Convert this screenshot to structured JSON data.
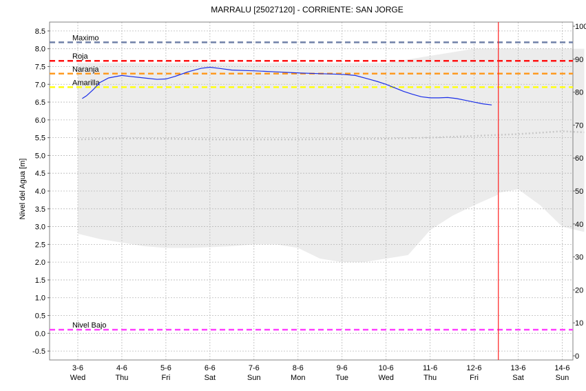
{
  "chart_data": {
    "type": "line",
    "title": "MARRALU    [25027120] - CORRIENTE: SAN JORGE",
    "ylabel": "Nivel del Agua [m]",
    "ylim": [
      -0.75,
      8.75
    ],
    "yticks": [
      "8.5",
      "8.0",
      "7.5",
      "7.0",
      "6.5",
      "6.0",
      "5.5",
      "5.0",
      "4.5",
      "4.0",
      "3.5",
      "3.0",
      "2.5",
      "2.0",
      "1.5",
      "1.0",
      "0.5",
      "0.0",
      "-0.5"
    ],
    "y2ticks": [
      "100",
      "90",
      "80",
      "70",
      "60",
      "50",
      "40",
      "30",
      "20",
      "10",
      "0"
    ],
    "x_dates": [
      "3-6",
      "4-6",
      "5-6",
      "6-6",
      "7-6",
      "8-6",
      "9-6",
      "10-6",
      "11-6",
      "12-6",
      "13-6",
      "14-6"
    ],
    "x_days": [
      "Wed",
      "Thu",
      "Fri",
      "Sat",
      "Sun",
      "Mon",
      "Tue",
      "Wed",
      "Thu",
      "Fri",
      "Sat",
      "Sun"
    ],
    "grid": true,
    "current_time_day": 9.55,
    "reference_levels": [
      {
        "name": "Maximo",
        "value": 8.18,
        "color": "#7080a8"
      },
      {
        "name": "Roja",
        "value": 7.66,
        "color": "#ff1010"
      },
      {
        "name": "Naranja",
        "value": 7.3,
        "color": "#ff9a20"
      },
      {
        "name": "Amarilla",
        "value": 6.92,
        "color": "#ffff10"
      },
      {
        "name": "Nivel Bajo",
        "value": 0.1,
        "color": "#ff40ff"
      }
    ],
    "series": [
      {
        "color": "#1a2ee8",
        "x": [
          0.1,
          0.2,
          0.35,
          0.5,
          0.7,
          1.0,
          1.2,
          1.5,
          1.8,
          2.0,
          2.2,
          2.5,
          2.8,
          3.0,
          3.2,
          3.5,
          4.0,
          4.5,
          5.0,
          5.5,
          6.0,
          6.3,
          6.6,
          6.8,
          7.0,
          7.2,
          7.4,
          7.6,
          7.8,
          8.0,
          8.2,
          8.4,
          8.6,
          8.8,
          9.0,
          9.2,
          9.4
        ],
        "y": [
          6.6,
          6.68,
          6.85,
          7.05,
          7.18,
          7.25,
          7.22,
          7.18,
          7.14,
          7.15,
          7.22,
          7.35,
          7.45,
          7.48,
          7.45,
          7.4,
          7.38,
          7.35,
          7.32,
          7.3,
          7.28,
          7.25,
          7.15,
          7.08,
          7.0,
          6.9,
          6.8,
          6.72,
          6.65,
          6.62,
          6.62,
          6.63,
          6.6,
          6.55,
          6.5,
          6.45,
          6.42
        ]
      }
    ],
    "band": {
      "color": "#ececec",
      "upper": {
        "x": [
          0,
          1,
          2,
          3,
          4,
          5,
          6,
          7,
          8,
          9,
          9.55,
          10,
          11,
          11.5
        ],
        "y": [
          7.6,
          7.6,
          7.6,
          7.6,
          7.6,
          7.6,
          7.6,
          7.6,
          7.8,
          8.0,
          8.0,
          8.0,
          8.0,
          8.0
        ]
      },
      "lower": {
        "x": [
          0,
          0.5,
          1,
          1.5,
          2,
          2.5,
          3,
          3.5,
          4,
          4.5,
          5,
          5.5,
          6,
          6.5,
          7,
          7.5,
          8,
          8.5,
          9,
          9.55,
          9.55,
          10,
          10.5,
          11,
          11.5
        ],
        "y": [
          2.8,
          2.65,
          2.55,
          2.45,
          2.4,
          2.4,
          2.42,
          2.45,
          2.5,
          2.5,
          2.4,
          2.1,
          2.0,
          2.0,
          2.1,
          2.2,
          2.9,
          3.3,
          3.6,
          3.9,
          3.95,
          4.05,
          3.6,
          3.0,
          2.85
        ]
      }
    },
    "dotted_series": {
      "color": "#c8c8c8",
      "x": [
        0,
        1,
        2,
        3,
        4,
        5,
        6,
        7,
        8,
        9,
        10,
        11,
        11.5
      ],
      "y": [
        5.45,
        5.48,
        5.47,
        5.45,
        5.45,
        5.45,
        5.46,
        5.47,
        5.5,
        5.55,
        5.6,
        5.68,
        5.65
      ]
    }
  }
}
